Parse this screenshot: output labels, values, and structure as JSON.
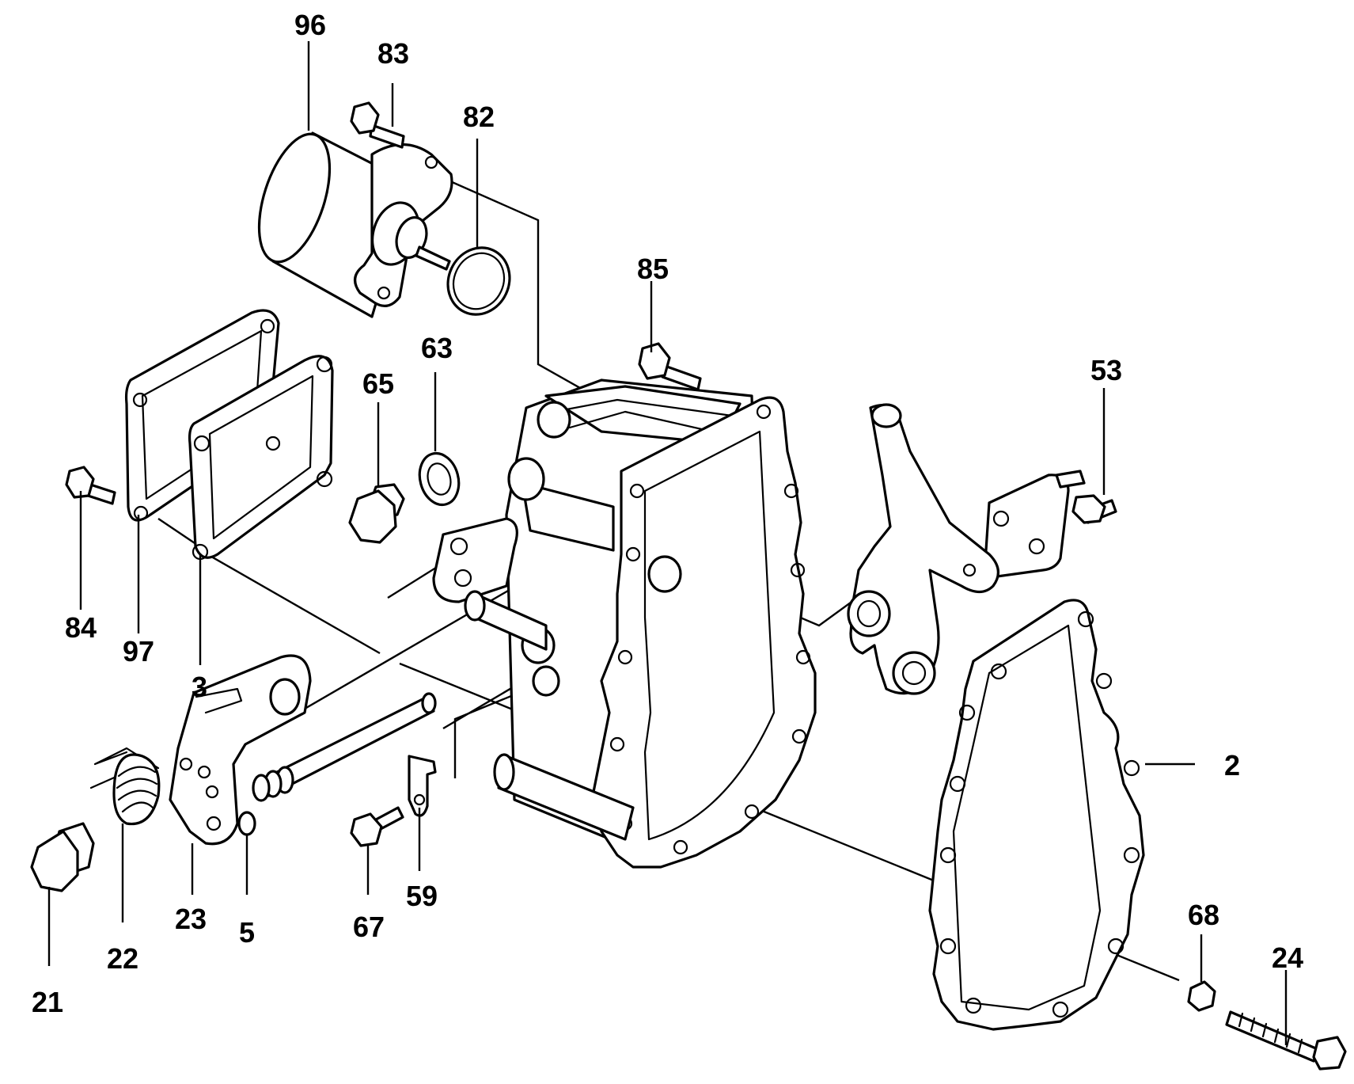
{
  "diagram": {
    "part_numbers": {
      "p96": "96",
      "p83": "83",
      "p82": "82",
      "p85": "85",
      "p63": "63",
      "p65": "65",
      "p53": "53",
      "p84": "84",
      "p97": "97",
      "p3": "3",
      "p2": "2",
      "p23": "23",
      "p5": "5",
      "p67": "67",
      "p59": "59",
      "p22": "22",
      "p21": "21",
      "p68": "68",
      "p24": "24"
    }
  }
}
